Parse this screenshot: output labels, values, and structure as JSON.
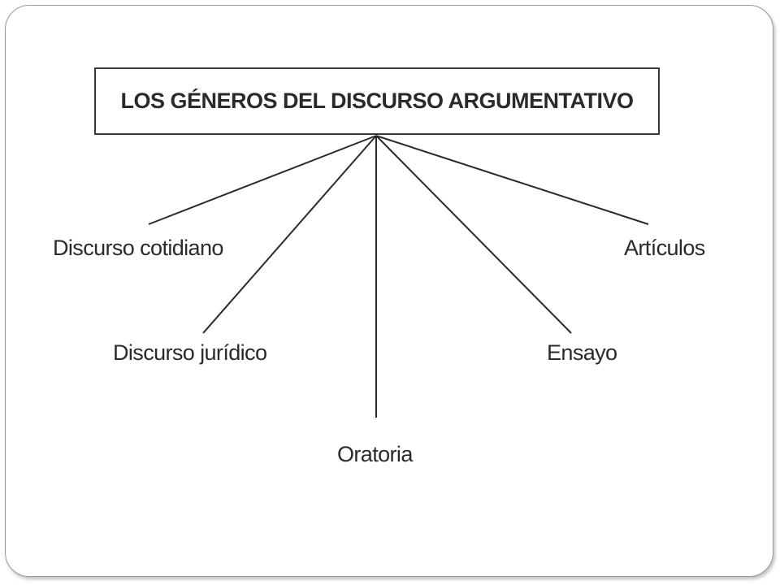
{
  "diagram": {
    "title": "LOS GÉNEROS DEL DISCURSO ARGUMENTATIVO",
    "nodes": [
      "Discurso cotidiano",
      "Discurso jurídico",
      "Oratoria",
      "Ensayo",
      "Artículos"
    ]
  },
  "colors": {
    "text": "#2a2a2a",
    "frame": "#9a9a9a",
    "background": "#ffffff"
  }
}
